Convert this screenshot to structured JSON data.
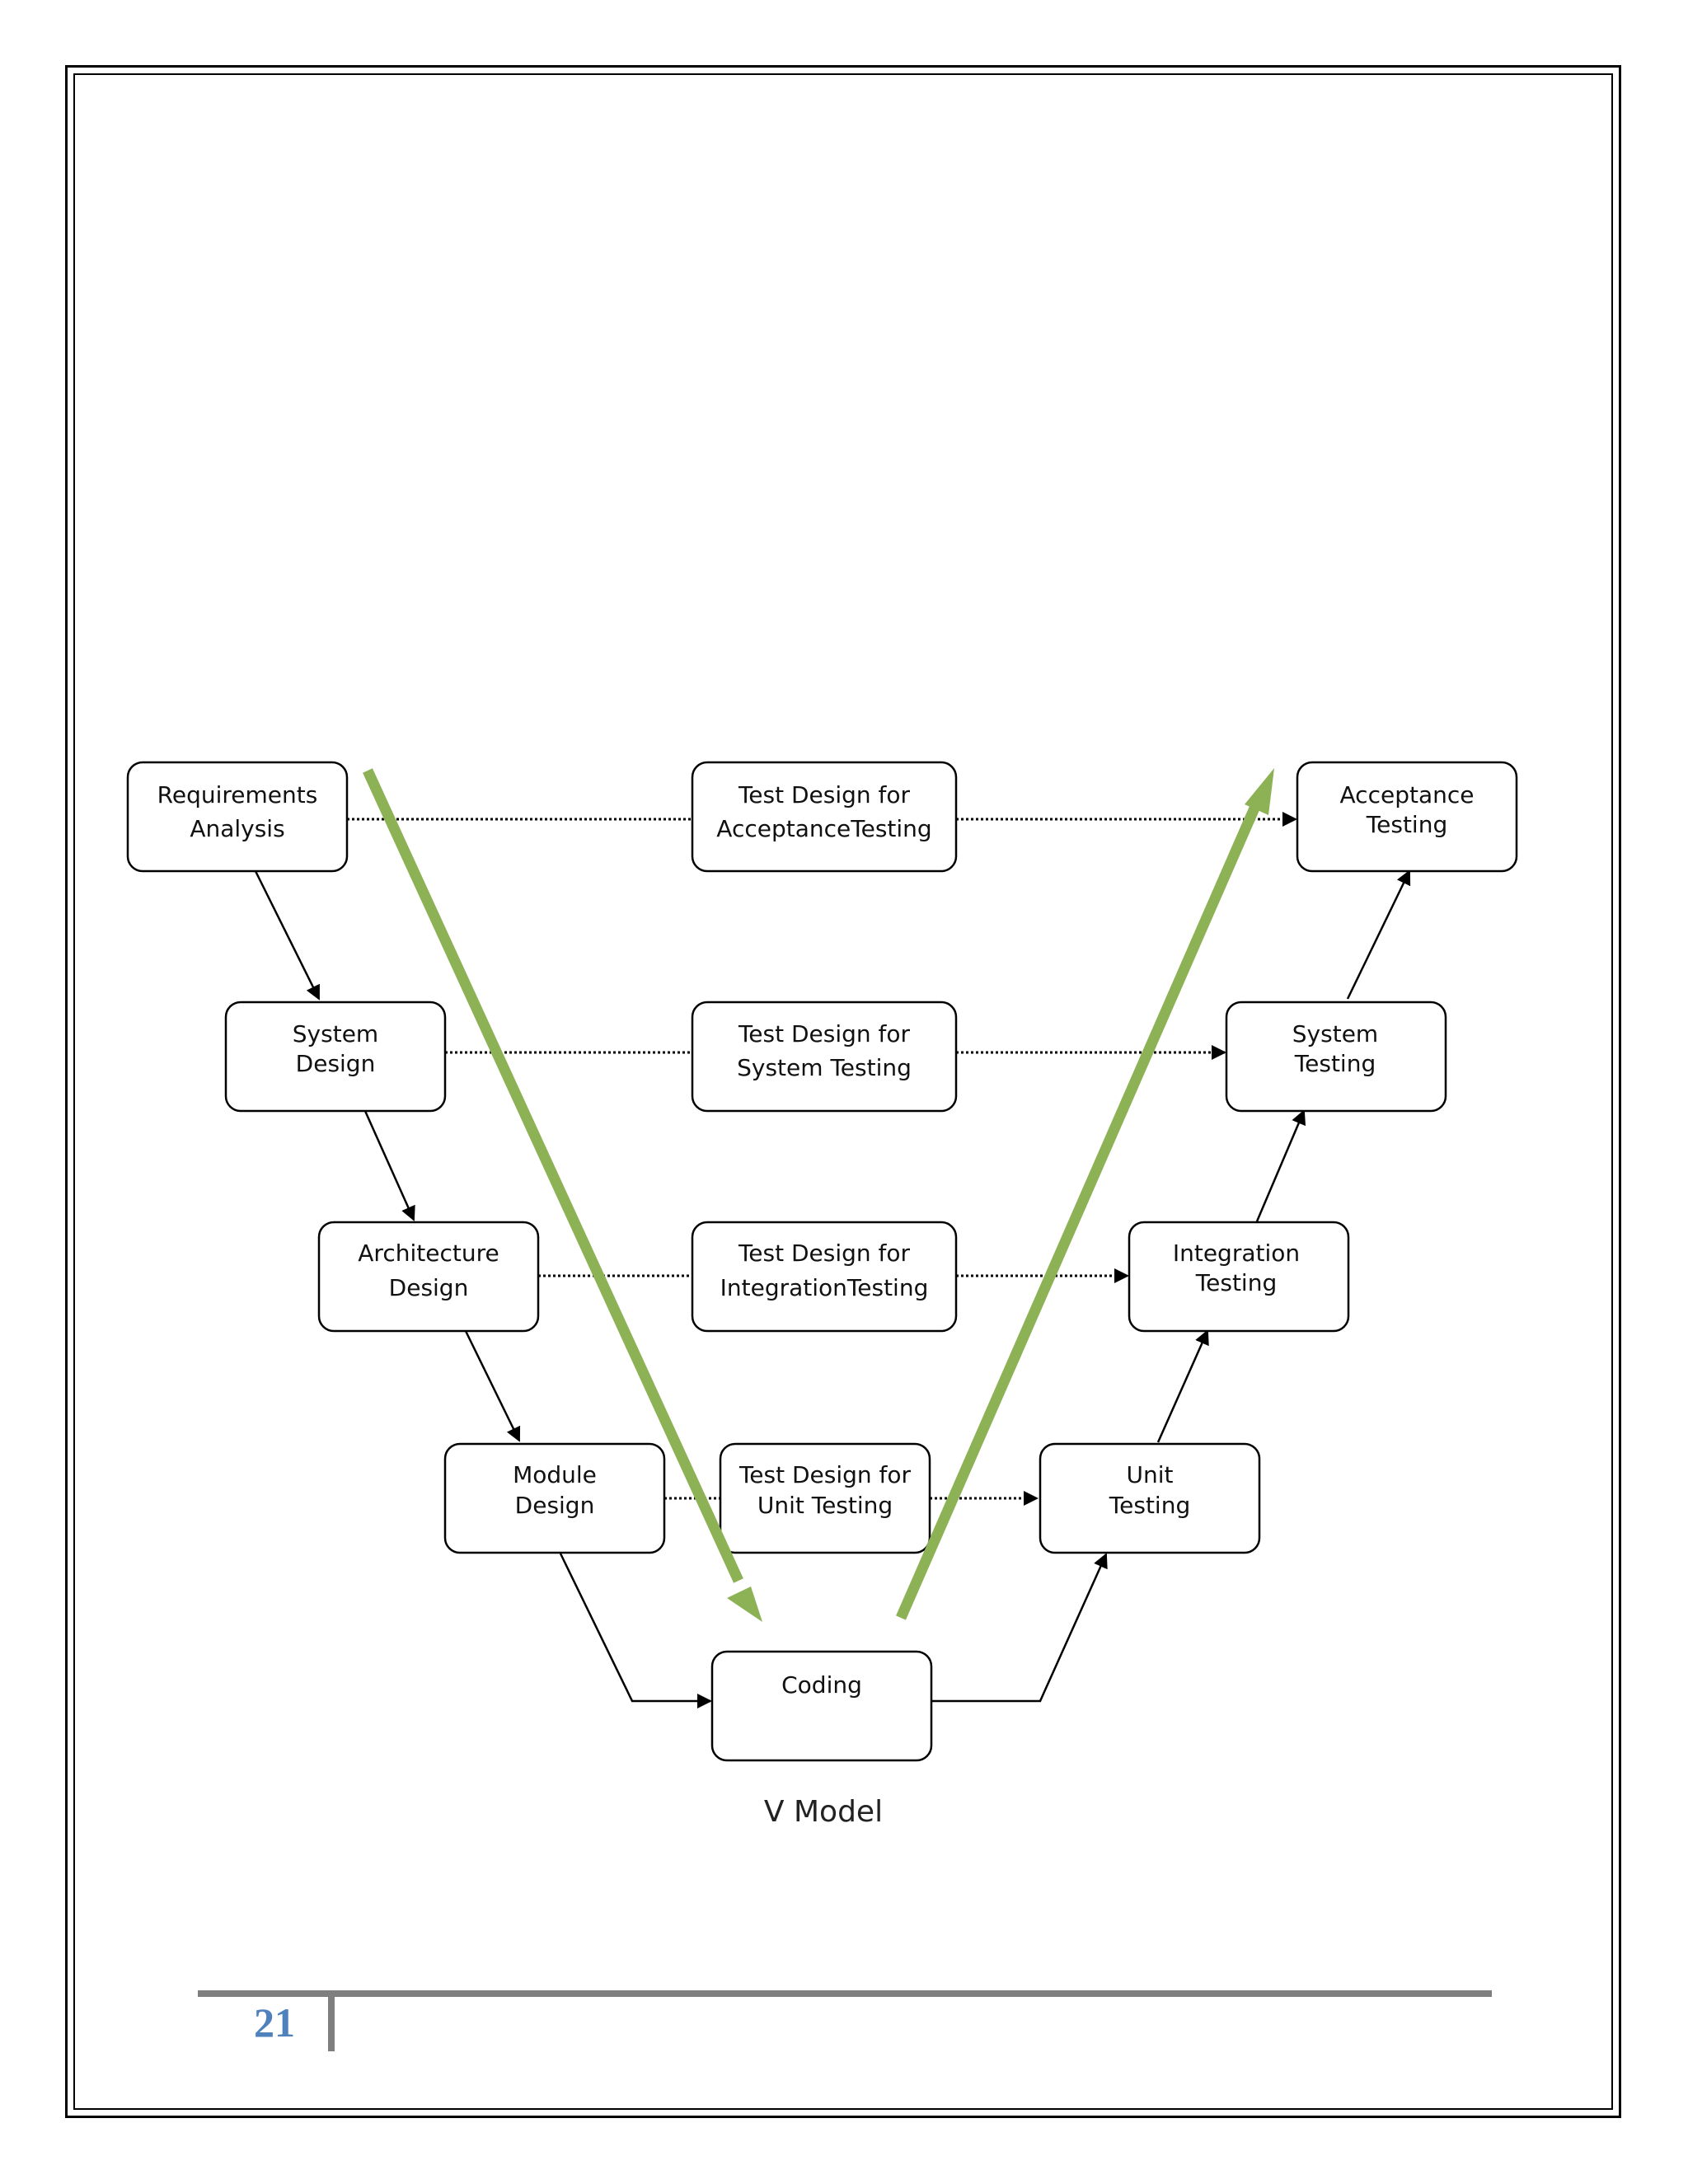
{
  "diagram": {
    "caption": "V Model",
    "nodes": {
      "requirements_analysis": [
        "Requirements",
        "Analysis"
      ],
      "system_design": [
        "System",
        "Design"
      ],
      "architecture_design": [
        "Architecture",
        "Design"
      ],
      "module_design": [
        "Module",
        "Design"
      ],
      "coding": [
        "Coding"
      ],
      "unit_testing": [
        "Unit",
        "Testing"
      ],
      "integration_testing": [
        "Integration",
        "Testing"
      ],
      "system_testing": [
        "System",
        "Testing"
      ],
      "acceptance_testing": [
        "Acceptance",
        "Testing"
      ],
      "test_design_acceptance": [
        "Test Design for",
        "AcceptanceTesting"
      ],
      "test_design_system": [
        "Test Design for",
        "System Testing"
      ],
      "test_design_integration": [
        "Test Design for",
        "IntegrationTesting"
      ],
      "test_design_unit": [
        "Test Design for",
        "Unit Testing"
      ]
    },
    "accent_color": "#8db255"
  },
  "footer": {
    "page_number": "21",
    "rule_color": "#7f7f7f",
    "number_color": "#4f81bd"
  }
}
